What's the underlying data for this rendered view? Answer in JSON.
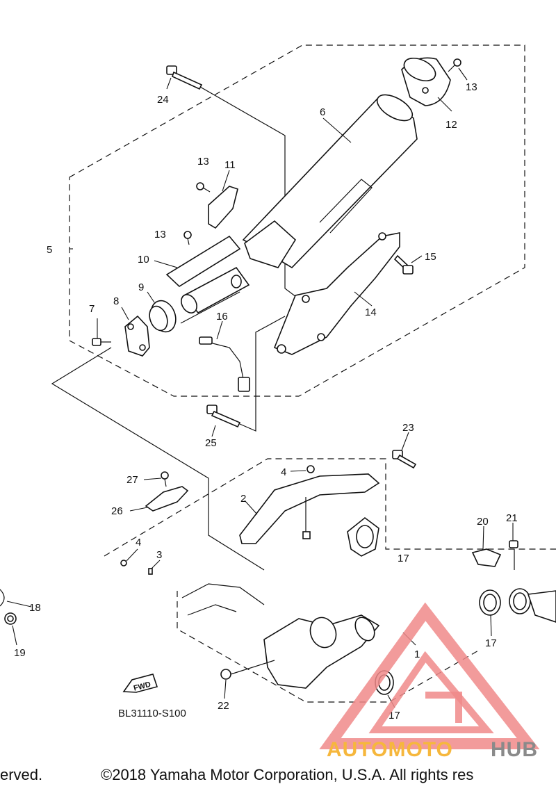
{
  "diagram": {
    "drawing_code": "BL31110-S100",
    "fwd_label": "FWD",
    "callouts": [
      {
        "id": "c1",
        "text": "1"
      },
      {
        "id": "c2",
        "text": "2"
      },
      {
        "id": "c3",
        "text": "3"
      },
      {
        "id": "c4a",
        "text": "4"
      },
      {
        "id": "c4b",
        "text": "4"
      },
      {
        "id": "c5",
        "text": "5"
      },
      {
        "id": "c6",
        "text": "6"
      },
      {
        "id": "c7",
        "text": "7"
      },
      {
        "id": "c8",
        "text": "8"
      },
      {
        "id": "c9",
        "text": "9"
      },
      {
        "id": "c10",
        "text": "10"
      },
      {
        "id": "c11",
        "text": "11"
      },
      {
        "id": "c12",
        "text": "12"
      },
      {
        "id": "c13a",
        "text": "13"
      },
      {
        "id": "c13b",
        "text": "13"
      },
      {
        "id": "c13c",
        "text": "13"
      },
      {
        "id": "c14",
        "text": "14"
      },
      {
        "id": "c15",
        "text": "15"
      },
      {
        "id": "c16",
        "text": "16"
      },
      {
        "id": "c17a",
        "text": "17"
      },
      {
        "id": "c17b",
        "text": "17"
      },
      {
        "id": "c17c",
        "text": "17"
      },
      {
        "id": "c18",
        "text": "18"
      },
      {
        "id": "c19",
        "text": "19"
      },
      {
        "id": "c20",
        "text": "20"
      },
      {
        "id": "c21",
        "text": "21"
      },
      {
        "id": "c22",
        "text": "22"
      },
      {
        "id": "c23",
        "text": "23"
      },
      {
        "id": "c24",
        "text": "24"
      },
      {
        "id": "c25",
        "text": "25"
      },
      {
        "id": "c26",
        "text": "26"
      },
      {
        "id": "c27",
        "text": "27"
      }
    ]
  },
  "watermark": {
    "brand_a": "AUTOMOTO",
    "brand_b": "HUB",
    "color_red": "#f08a8a",
    "color_orange": "#f6b73c",
    "color_gray": "#8a8a8a"
  },
  "footer": {
    "left_fragment": "erved.",
    "copyright": "©2018 Yamaha Motor Corporation, U.S.A. All rights res"
  }
}
